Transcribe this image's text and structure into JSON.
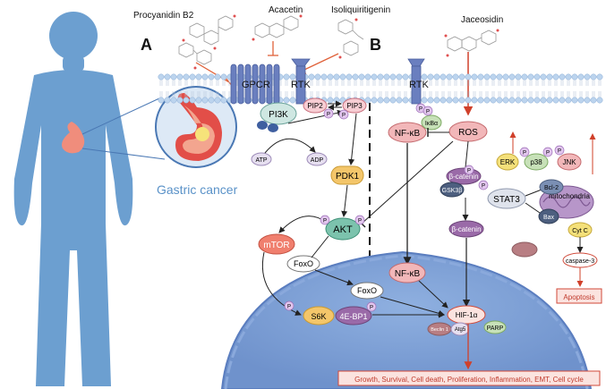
{
  "compounds": {
    "procyanidin": "Procyanidin B2",
    "acacetin": "Acacetin",
    "isoliquiritigenin": "Isoliquiritigenin",
    "jaceosidin": "Jaceosidin"
  },
  "panels": {
    "a": "A",
    "b": "B"
  },
  "body_label": "Gastric cancer",
  "receptors": {
    "gpcr": "GPCR",
    "rtk_a": "RTK",
    "rtk_b": "RTK"
  },
  "nodes": {
    "pi3k": "PI3K",
    "pip2": "PIP2",
    "pip3": "PIP3",
    "atp": "ATP",
    "adp": "ADP",
    "pdk1": "PDK1",
    "akt": "AKT",
    "mtor": "mTOR",
    "foxo_cyto": "FoxO",
    "foxo_nuc": "FoxO",
    "s6k": "S6K",
    "ebp1": "4E-BP1",
    "nfkb_cyto": "NF-κB",
    "nfkb_nuc": "NF-κB",
    "ikba": "IκBα",
    "ros": "ROS",
    "bcatenin_1": "β-catenin",
    "gsk3b": "GSK3β",
    "bcatenin_2": "β-catenin",
    "erk": "ERK",
    "p38": "p38",
    "jnk": "JNK",
    "stat3": "STAT3",
    "bcl2": "Bcl-2",
    "bax": "Bax",
    "mitochondria": "mitochondria",
    "cytc": "Cyt C",
    "caspase3": "caspase-3",
    "apoptosis": "Apoptosis",
    "hif1a": "HIF-1α",
    "beclin1": "Beclin 1",
    "atg5": "Atg5",
    "parp": "PARP",
    "p_mark": "P"
  },
  "outcome": "Growth, Survival, Cell death, Proliferation, Inflammation, EMT, Cell cycle",
  "colors": {
    "membrane": "#bcd4ee",
    "nucleus": "#7fa1d6",
    "body": "#6c9fd0",
    "inhibit_red": "#e0623a",
    "outcome_bg": "#fbe3df",
    "outcome_border": "#d04a3a"
  }
}
